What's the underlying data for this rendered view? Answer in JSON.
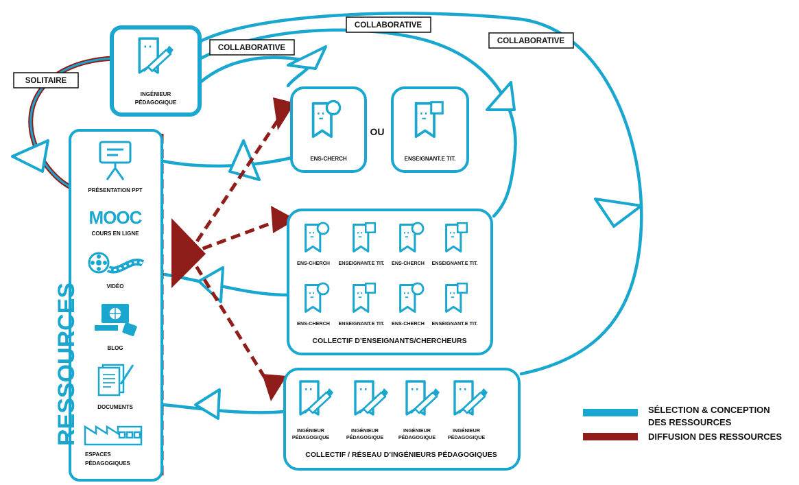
{
  "tags": {
    "solitaire": "SOLITAIRE",
    "collab_1": "COLLABORATIVE",
    "collab_2": "COLLABORATIVE",
    "collab_3": "COLLABORATIVE"
  },
  "ingenieur_top": {
    "line1": "INGÉNIEUR",
    "line2": "PÉDAGOGIQUE"
  },
  "ressources": {
    "title": "RESSOURCES",
    "items": [
      {
        "label": "PRÉSENTATION PPT",
        "icon": "presentation-board-icon"
      },
      {
        "label": "COURS EN LIGNE",
        "logo": "MOOC",
        "icon": "mooc-logo"
      },
      {
        "label": "VIDÉO",
        "icon": "film-reel-icon"
      },
      {
        "label": "BLOG",
        "icon": "computer-globe-icon"
      },
      {
        "label": "DOCUMENTS",
        "icon": "documents-icon"
      },
      {
        "label_line1": "ESPACES",
        "label_line2": "PÉDAGOGIQUES",
        "icon": "factory-building-icon"
      }
    ]
  },
  "top_pair": {
    "left": "ENS-CHERCH",
    "or": "OU",
    "right": "ENSEIGNANT.E TIT."
  },
  "collectif_enseignants": {
    "title": "COLLECTIF D’ENSEIGNANTS/CHERCHEURS",
    "row1": [
      "ENS-CHERCH",
      "ENSEIGNANT.E TIT.",
      "ENS-CHERCH",
      "ENSEIGNANT.E TIT."
    ],
    "row2": [
      "ENS-CHERCH",
      "ENSEIGNANT.E TIT.",
      "ENS-CHERCH",
      "ENSEIGNANT.E TIT."
    ]
  },
  "collectif_ingenieurs": {
    "title": "COLLECTIF / RÉSEAU D’INGÉNIEURS PÉDAGOGIQUES",
    "members": [
      {
        "line1": "INGÉNIEUR",
        "line2": "PÉDAGOGIQUE"
      },
      {
        "line1": "INGÉNIEUR",
        "line2": "PÉDAGOGIQUE"
      },
      {
        "line1": "INGÉNIEUR",
        "line2": "PÉDAGOGIQUE"
      },
      {
        "line1": "INGÉNIEUR",
        "line2": "PÉDAGOGIQUE"
      }
    ]
  },
  "legend": {
    "blue_line1": "SÉLECTION & CONCEPTION",
    "blue_line2": "DES RESSOURCES",
    "red": "DIFFUSION DES RESSOURCES"
  },
  "colors": {
    "blue": "#1aa7cf",
    "red": "#8f1d19",
    "text": "#111111"
  }
}
